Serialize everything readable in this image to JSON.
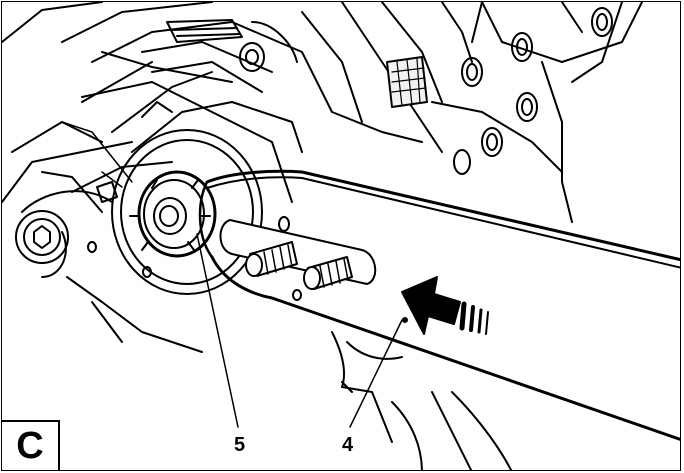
{
  "figure": {
    "panel_label": "C",
    "callouts": [
      {
        "id": "5",
        "text": "5"
      },
      {
        "id": "4",
        "text": "4"
      }
    ]
  },
  "colors": {
    "line": "#000000",
    "background": "#ffffff",
    "fill_light": "#f2f2f2"
  }
}
